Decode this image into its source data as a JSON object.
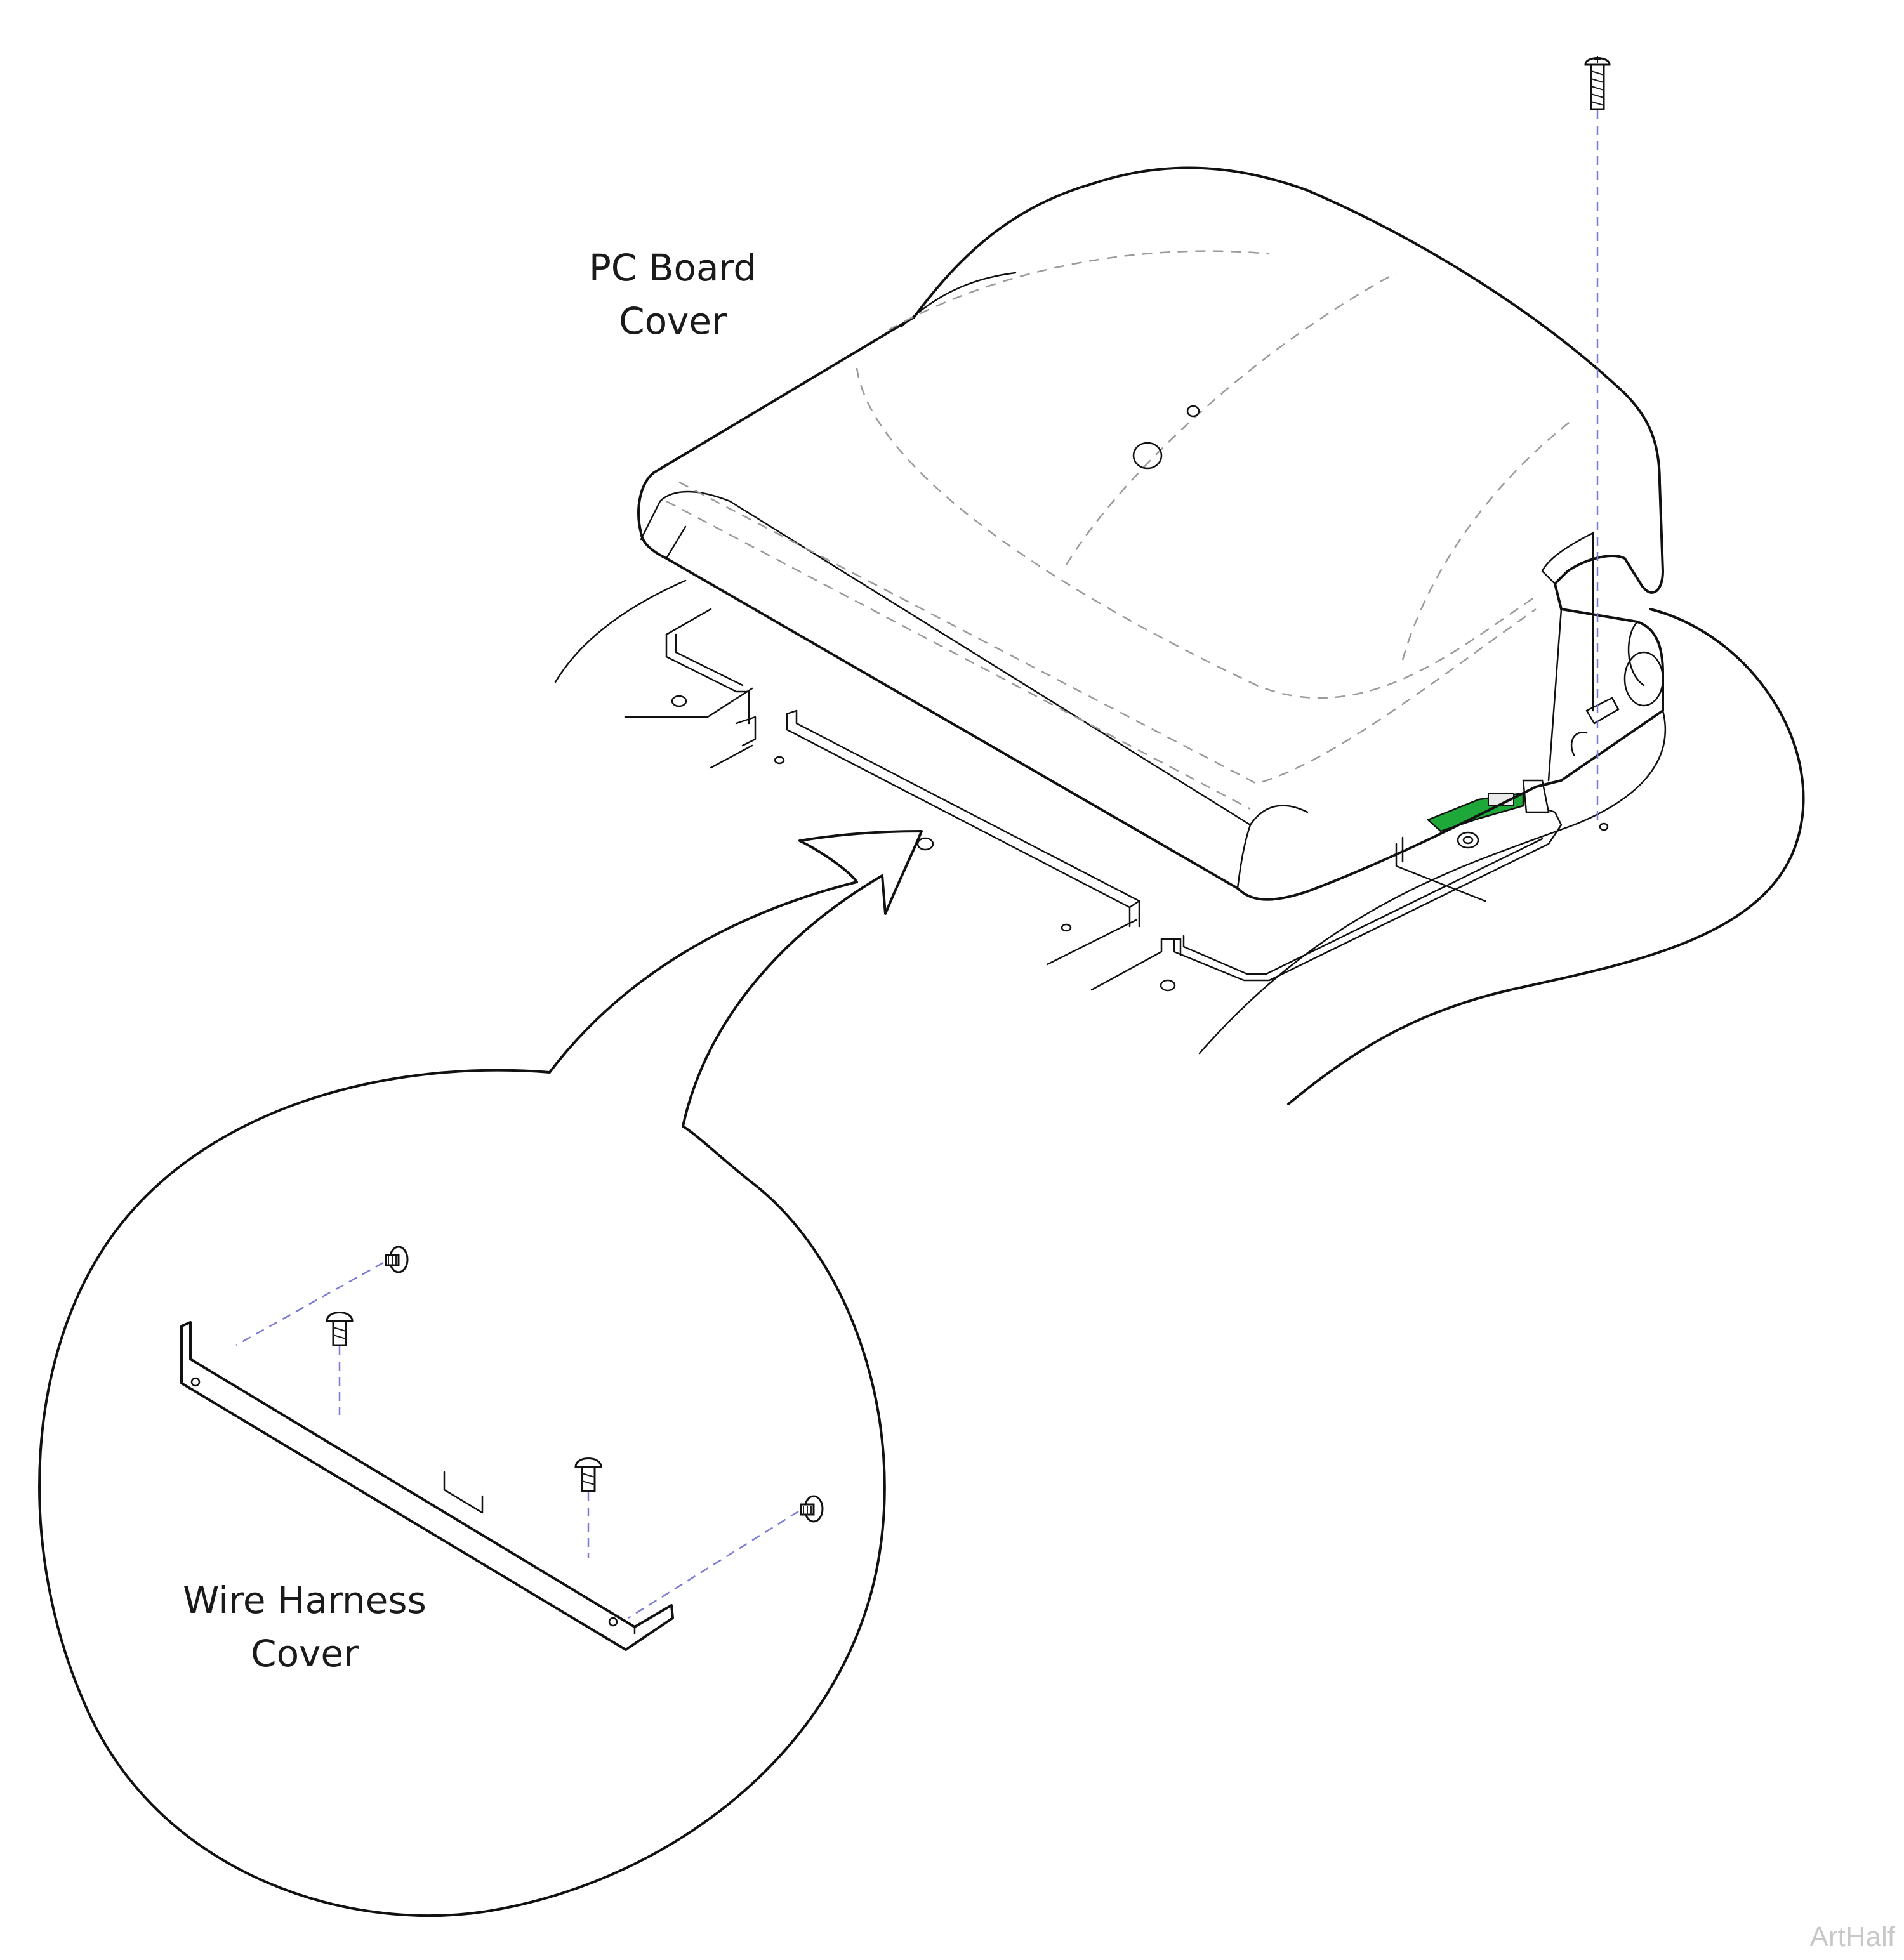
{
  "labels": {
    "pc_board_cover": [
      "PC Board",
      "Cover"
    ],
    "wire_harness_cover": [
      "Wire Harness",
      "Cover"
    ]
  },
  "watermark": "ArtHalf",
  "colors": {
    "line": "#111111",
    "hidden_line": "#9a9a9a",
    "fastener_axis": "#7b7bd6",
    "pc_board": "#1fa83a"
  }
}
